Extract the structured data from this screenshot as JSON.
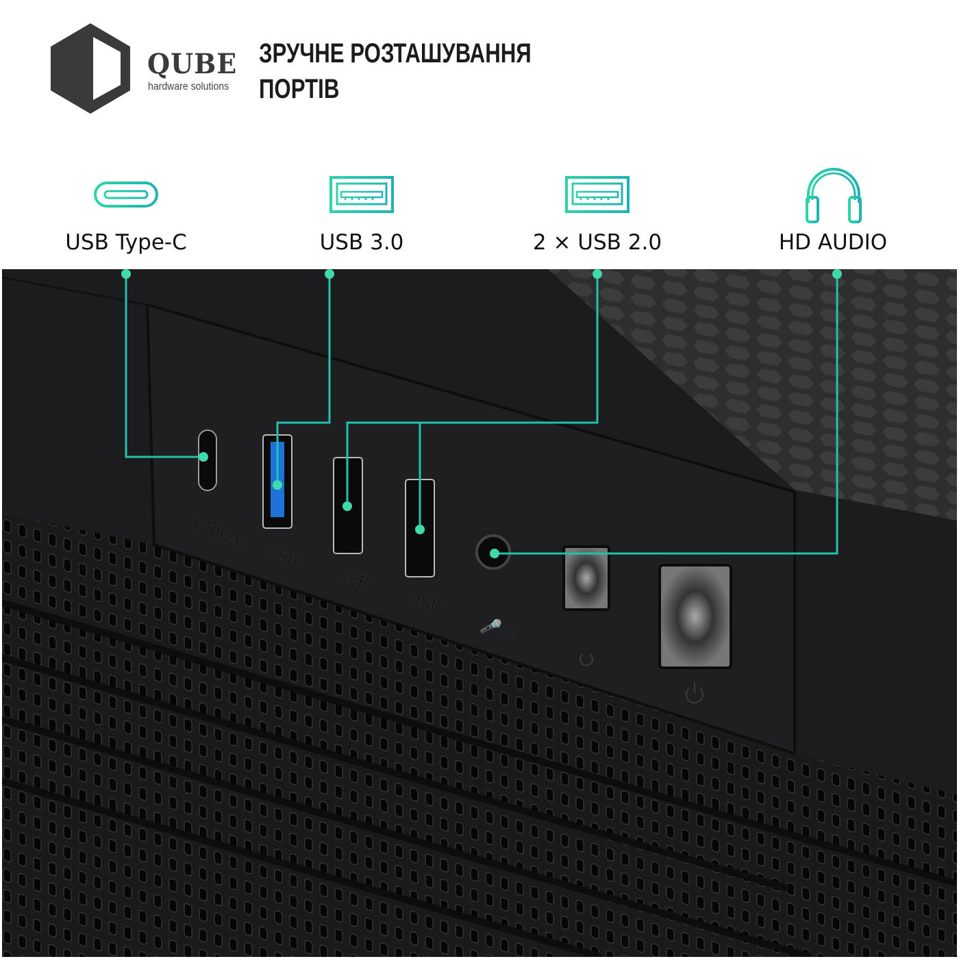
{
  "brand": {
    "name": "QUBE",
    "tagline": "hardware solutions"
  },
  "headline": {
    "line1": "ЗРУЧНЕ РОЗТАШУВАННЯ",
    "line2": "ПОРТІВ"
  },
  "ports": [
    {
      "label": "USB Type-C",
      "icon": "usb-c-icon"
    },
    {
      "label": "USB 3.0",
      "icon": "usb-a-icon"
    },
    {
      "label": "2 × USB 2.0",
      "icon": "usb-a-icon"
    },
    {
      "label": "HD AUDIO",
      "icon": "headphones-icon"
    }
  ],
  "case_labels": {
    "typec": "TYPE-C",
    "usb1": "USB",
    "usb2": "USB",
    "usb3": "USB",
    "audio": "🎤/∩"
  },
  "colors": {
    "accent": "#2fd3a8",
    "accent2": "#1fb3b5",
    "usb3_blue": "#1e73d8",
    "case": "#1d1d1f"
  }
}
